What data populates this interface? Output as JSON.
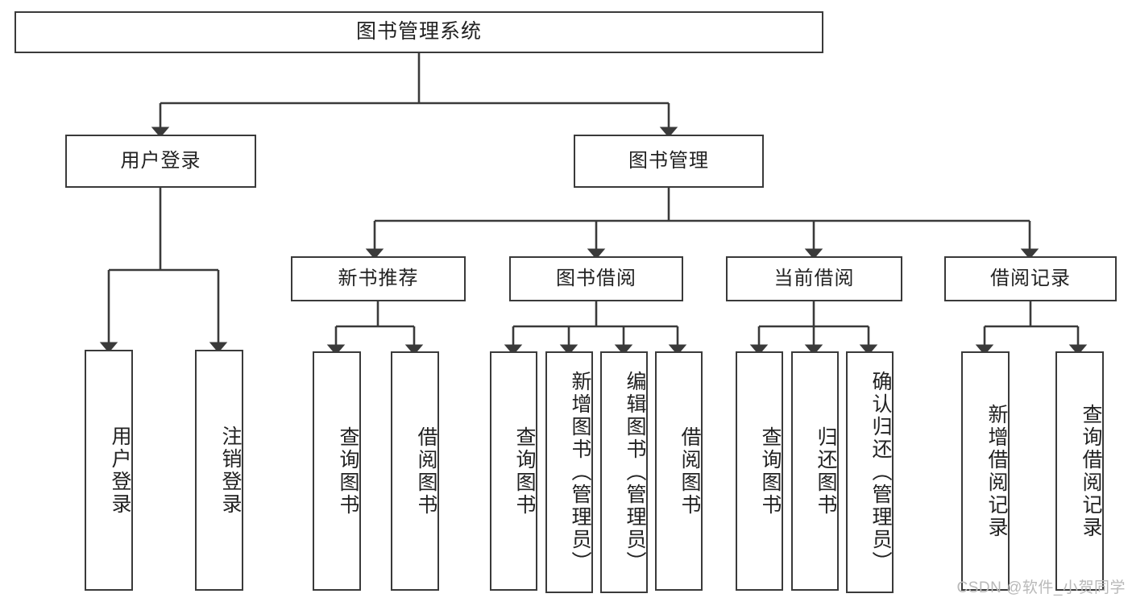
{
  "diagram": {
    "title": "图书管理系统",
    "type": "hierarchy-tree",
    "levels": 4,
    "line_color": "#3a3a3a",
    "box_fill": "#ffffff",
    "text_color": "#222222",
    "watermark": "CSDN @软件_小贺同学"
  },
  "root": {
    "label": "图书管理系统"
  },
  "level2": [
    {
      "label": "用户登录"
    },
    {
      "label": "图书管理"
    }
  ],
  "level3": [
    {
      "label": "新书推荐"
    },
    {
      "label": "图书借阅"
    },
    {
      "label": "当前借阅"
    },
    {
      "label": "借阅记录"
    }
  ],
  "leaves": {
    "user_login": [
      {
        "label": "用户登录"
      },
      {
        "label": "注销登录"
      }
    ],
    "new_book_recommend": [
      {
        "label": "查询图书"
      },
      {
        "label": "借阅图书"
      }
    ],
    "book_borrow": [
      {
        "label": "查询图书"
      },
      {
        "label": "新增图书（管理员）"
      },
      {
        "label": "编辑图书（管理员）"
      },
      {
        "label": "借阅图书"
      }
    ],
    "current_borrow": [
      {
        "label": "查询图书"
      },
      {
        "label": "归还图书"
      },
      {
        "label": "确认归还（管理员）"
      }
    ],
    "borrow_record": [
      {
        "label": "新增借阅记录"
      },
      {
        "label": "查询借阅记录"
      }
    ]
  }
}
